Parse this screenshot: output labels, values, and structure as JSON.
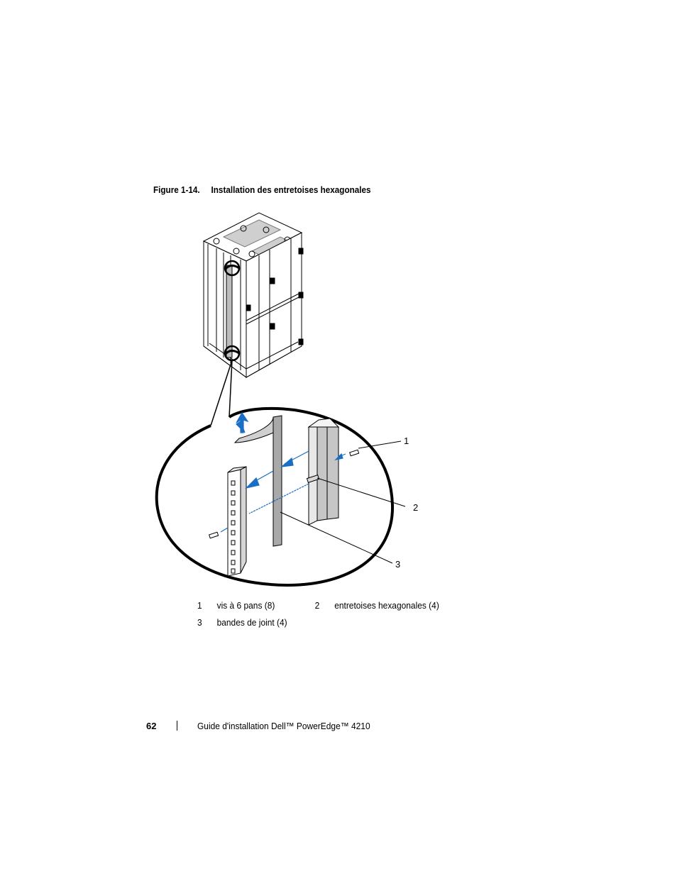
{
  "figure": {
    "label": "Figure 1-14.",
    "title": "Installation des entretoises hexagonales",
    "callouts": [
      "1",
      "2",
      "3"
    ]
  },
  "legend": [
    {
      "num": "1",
      "text": "vis à 6 pans (8)"
    },
    {
      "num": "2",
      "text": "entretoises hexagonales (4)"
    },
    {
      "num": "3",
      "text": "bandes de joint (4)"
    }
  ],
  "footer": {
    "page_number": "62",
    "title": "Guide d'installation Dell™ PowerEdge™ 4210"
  },
  "colors": {
    "arrow": "#1a6fc4",
    "line": "#000000",
    "panel": "#9a9a9a"
  }
}
